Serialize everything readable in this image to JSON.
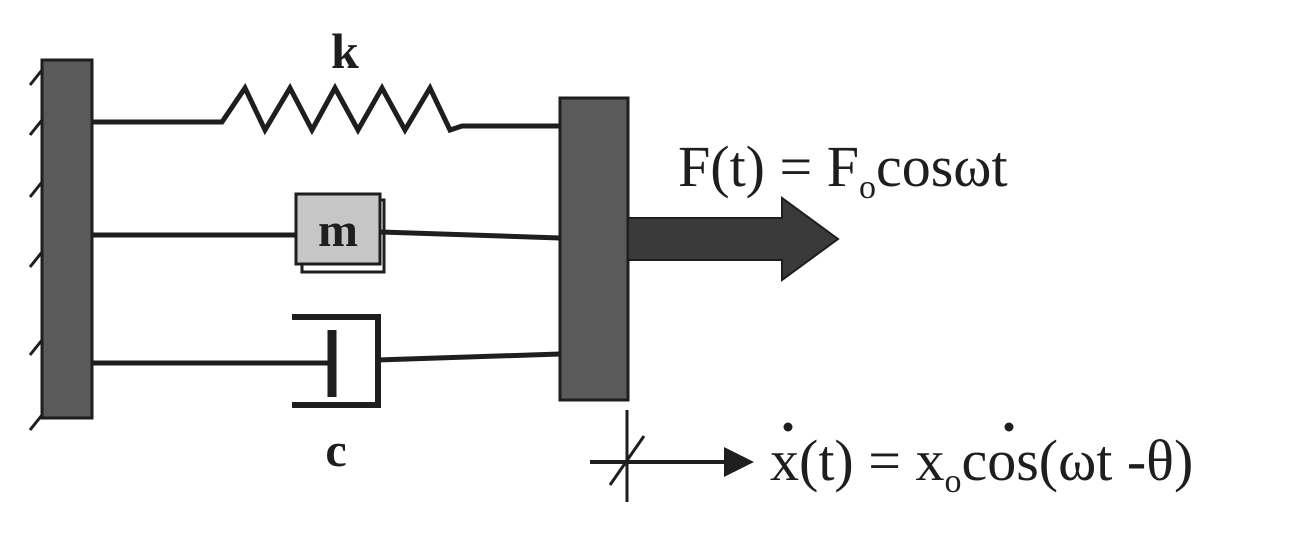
{
  "labels": {
    "spring": "k",
    "mass": "m",
    "damper": "c"
  },
  "force": {
    "lhs": "F(t) = F",
    "sub": "o",
    "rhs": "cosωt"
  },
  "velocity": {
    "lhs": "x(t) = x",
    "sub": "o",
    "rhs": "cos(ωt -θ)"
  },
  "colors": {
    "line": "#1e1e1e",
    "wall": "#5a5a5a",
    "mass_fill": "#c6c6c6",
    "arrow": "#3a3a3a"
  }
}
